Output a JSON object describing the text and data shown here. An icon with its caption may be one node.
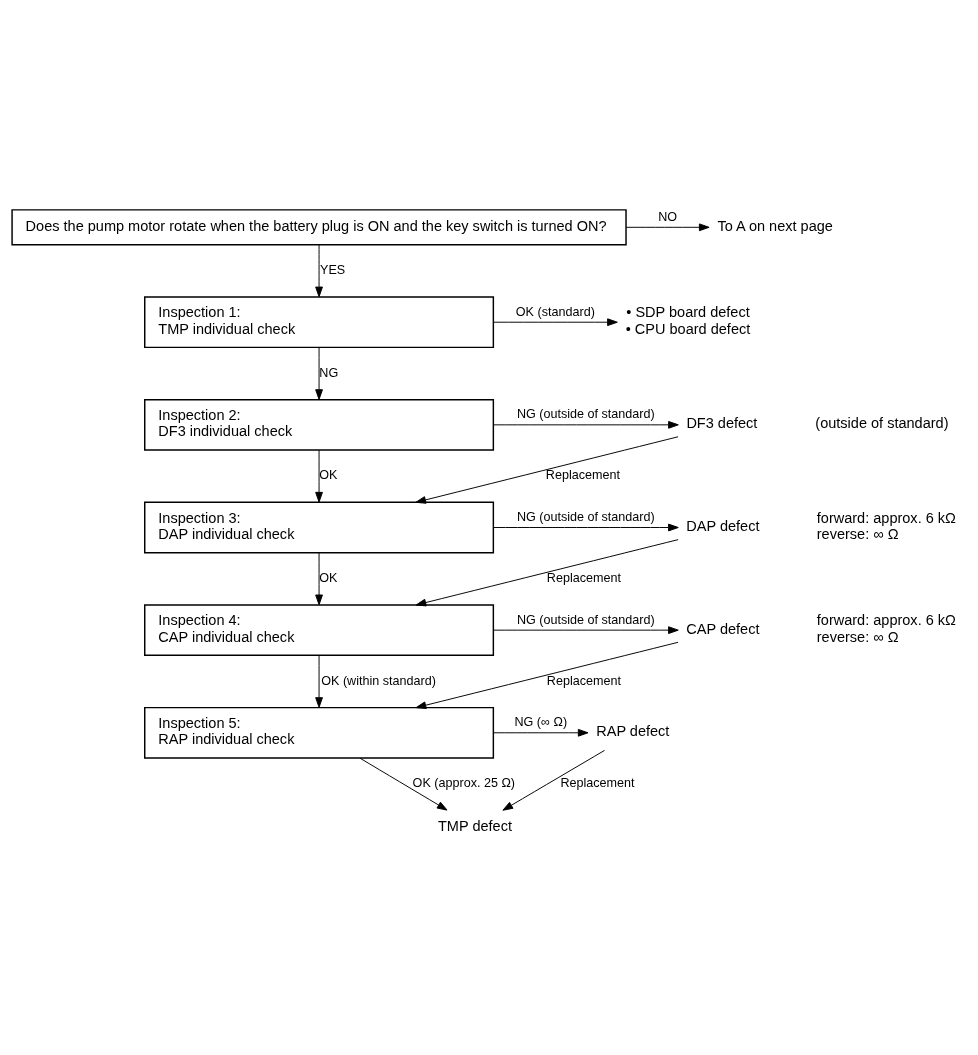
{
  "diagram": {
    "nodes": [
      {
        "text": [
          "Does the pump motor rotate when the battery plug is ON and the key switch is turned ON?"
        ]
      },
      {
        "text": [
          "To A on next page"
        ]
      },
      {
        "text": [
          "Inspection 1:",
          "TMP individual check"
        ]
      },
      {
        "text": [
          "• SDP board defect",
          "• CPU board defect"
        ]
      },
      {
        "text": [
          "Inspection 2:",
          "DF3 individual check"
        ]
      },
      {
        "text": [
          "DF3 defect"
        ]
      },
      {
        "text": [
          "Inspection 3:",
          "DAP individual check"
        ]
      },
      {
        "text": [
          "DAP defect"
        ]
      },
      {
        "text": [
          "Inspection 4:",
          "CAP individual check"
        ]
      },
      {
        "text": [
          "CAP defect"
        ]
      },
      {
        "text": [
          "Inspection 5:",
          "RAP individual check"
        ]
      },
      {
        "text": [
          "RAP defect"
        ]
      },
      {
        "text": [
          "TMP defect"
        ]
      }
    ],
    "edges": [
      {
        "from": 0,
        "to": 1,
        "arrow": "to",
        "label": "NO"
      },
      {
        "from": 0,
        "to": 2,
        "arrow": "to",
        "label": "YES"
      },
      {
        "from": 2,
        "to": 3,
        "arrow": "to",
        "label": "OK (standard)"
      },
      {
        "from": 2,
        "to": 4,
        "arrow": "to",
        "label": "NG"
      },
      {
        "from": 4,
        "to": 5,
        "arrow": "to",
        "label": "NG (outside of standard)"
      },
      {
        "from": 4,
        "to": 6,
        "arrow": "to",
        "label": "OK"
      },
      {
        "from": 5,
        "to": 6,
        "arrow": "to",
        "label": "Replacement"
      },
      {
        "from": 6,
        "to": 7,
        "arrow": "to",
        "label": "NG (outside of standard)"
      },
      {
        "from": 6,
        "to": 8,
        "arrow": "to",
        "label": "OK"
      },
      {
        "from": 7,
        "to": 8,
        "arrow": "to",
        "label": "Replacement"
      },
      {
        "from": 8,
        "to": 9,
        "arrow": "to",
        "label": "NG (outside of standard)"
      },
      {
        "from": 8,
        "to": 10,
        "arrow": "to",
        "label": "OK (within standard)"
      },
      {
        "from": 9,
        "to": 10,
        "arrow": "to",
        "label": "Replacement"
      },
      {
        "from": 10,
        "to": 11,
        "arrow": "to",
        "label": "NG (∞ Ω)"
      },
      {
        "from": 10,
        "to": 12,
        "arrow": "to",
        "label": "OK (approx. 25 Ω)"
      },
      {
        "from": 11,
        "to": 12,
        "arrow": "to",
        "label": "Replacement"
      }
    ],
    "labels": [
      "(outside of standard)",
      "forward: approx. 6 kΩ reverse: ∞ Ω",
      "forward: approx. 6 kΩ reverse: ∞ Ω"
    ]
  }
}
